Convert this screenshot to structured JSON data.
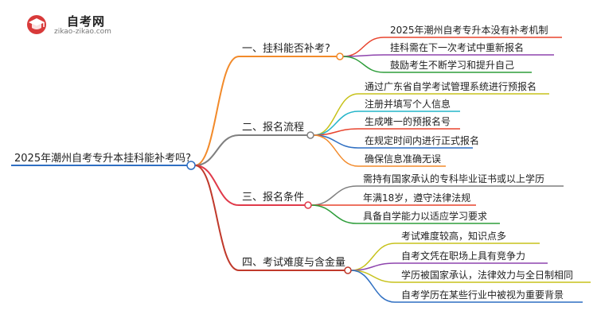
{
  "brand": {
    "name": "自考网",
    "url": "zikao-zikao.com"
  },
  "root": {
    "label": "2025年潮州自考专升本挂科能补考吗?",
    "color": "#2f6fc2"
  },
  "branches": [
    {
      "label": "一、挂科能否补考?",
      "color": "#f28a2a",
      "children": [
        {
          "label": "2025年潮州自考专升本没有补考机制",
          "color": "#e8432d"
        },
        {
          "label": "挂科需在下一次考试中重新报名",
          "color": "#8e44ad"
        },
        {
          "label": "鼓励考生不断学习和提升自己",
          "color": "#2e9d3a"
        }
      ]
    },
    {
      "label": "二、报名流程",
      "color": "#7f7f7f",
      "children": [
        {
          "label": "通过广东省自学考试管理系统进行预报名",
          "color": "#c7c21b"
        },
        {
          "label": "注册并填写个人信息",
          "color": "#25b5c9"
        },
        {
          "label": "生成唯一的预报名号",
          "color": "#e8432d"
        },
        {
          "label": "在规定时间内进行正式报名",
          "color": "#2f6fc2"
        },
        {
          "label": "确保信息准确无误",
          "color": "#f28a2a"
        }
      ]
    },
    {
      "label": "三、报名条件",
      "color": "#e03a4a",
      "children": [
        {
          "label": "需持有国家承认的专科毕业证书或以上学历",
          "color": "#7f7f7f"
        },
        {
          "label": "年满18岁，遵守法律法规",
          "color": "#e8432d"
        },
        {
          "label": "具备自学能力以适应学习要求",
          "color": "#2e9d3a"
        }
      ]
    },
    {
      "label": "四、考试难度与含金量",
      "color": "#c0392b",
      "children": [
        {
          "label": "考试难度较高，知识点多",
          "color": "#c7c21b"
        },
        {
          "label": "自考文凭在职场上具有竞争力",
          "color": "#8e44ad"
        },
        {
          "label": "学历被国家承认，法律效力与全日制相同",
          "color": "#c7c21b"
        },
        {
          "label": "自考学历在某些行业中被视为重要背景",
          "color": "#2f6fc2"
        }
      ]
    }
  ]
}
